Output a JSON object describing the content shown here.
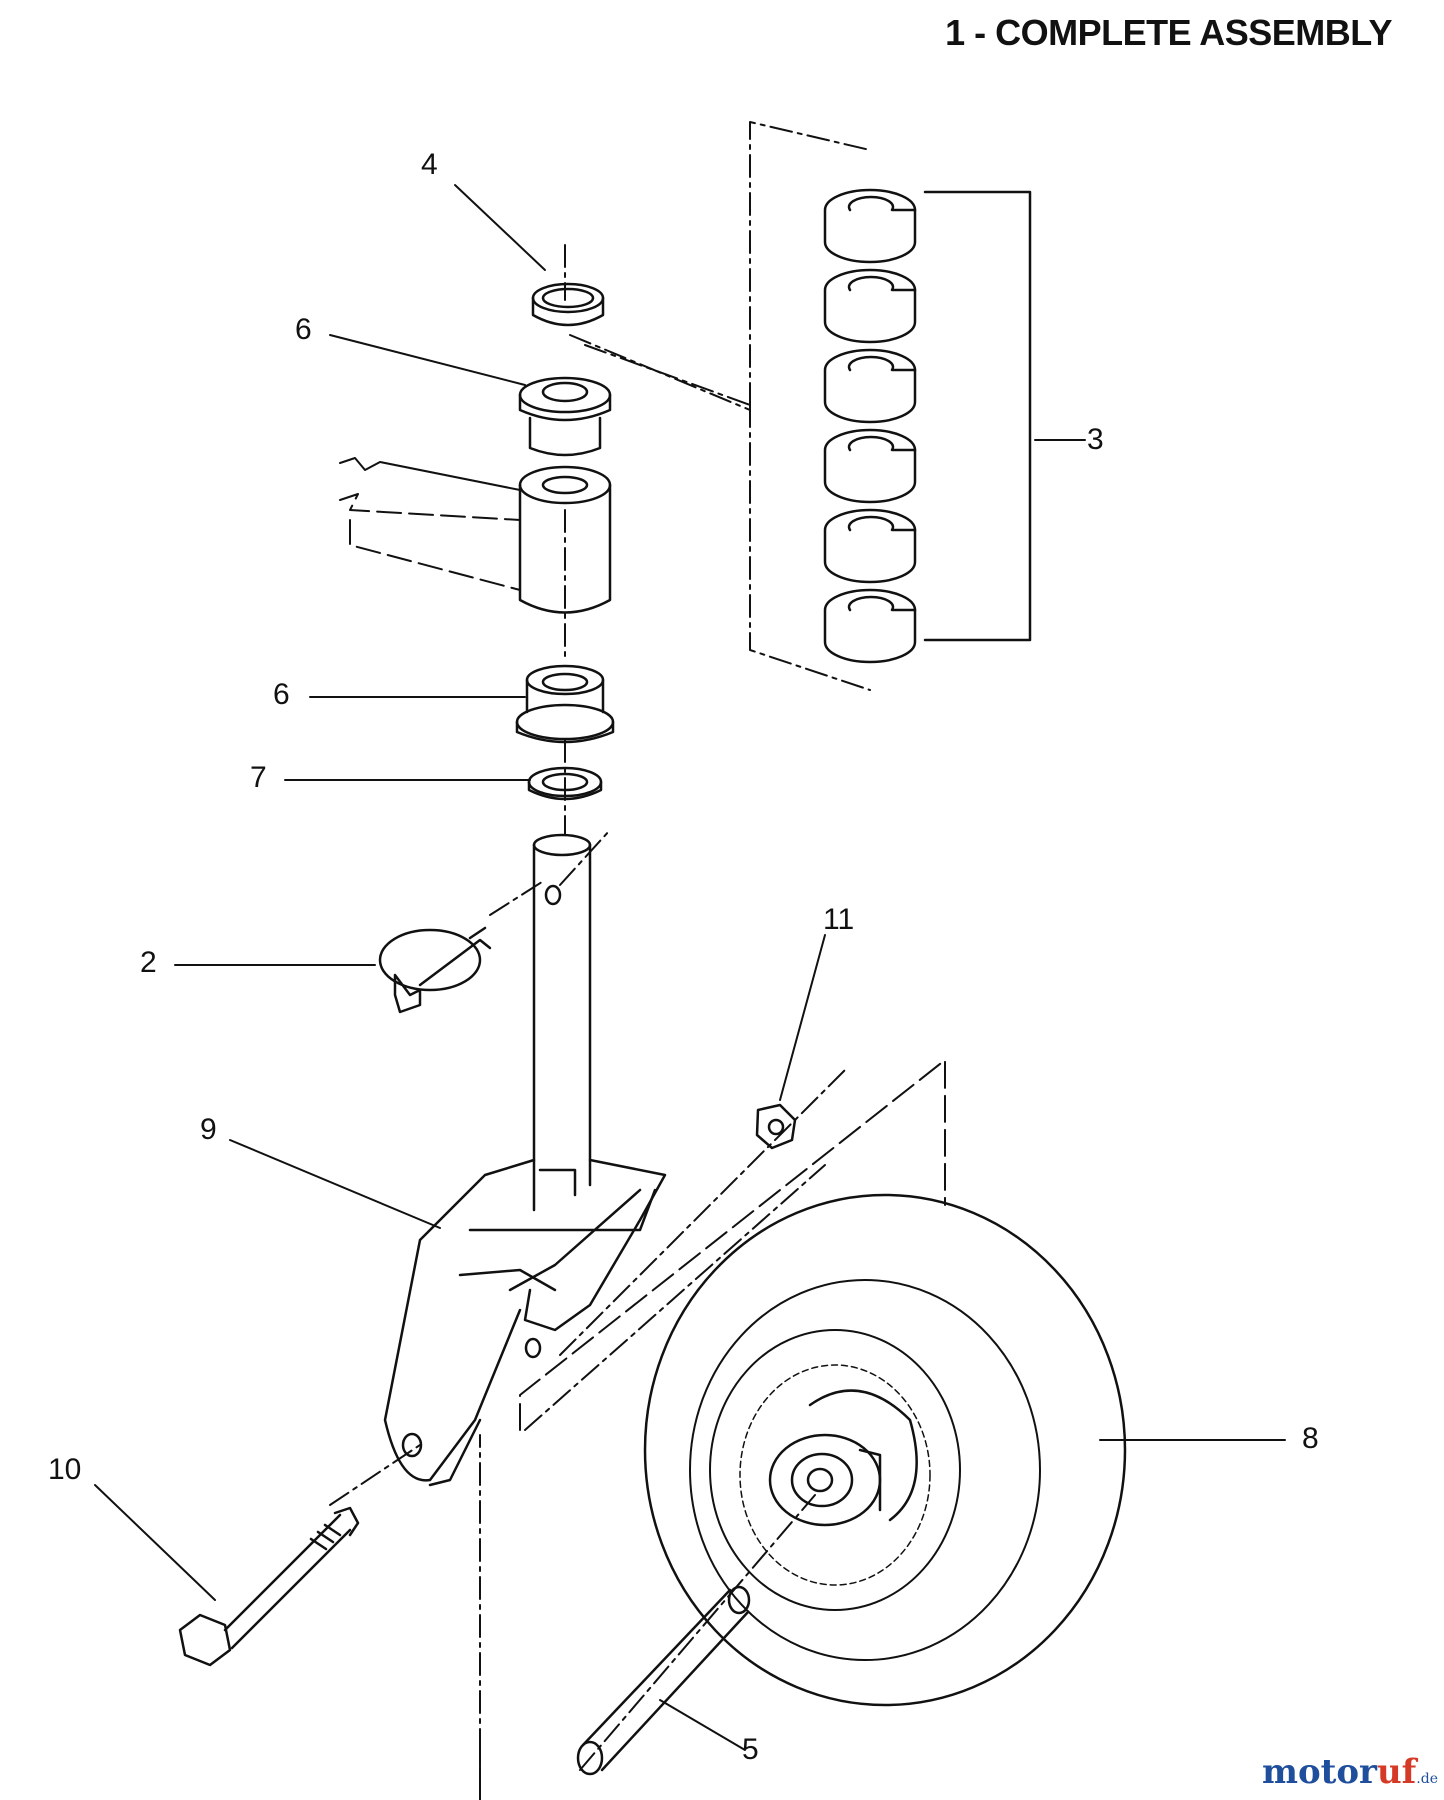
{
  "title": "1 - COMPLETE ASSEMBLY",
  "callouts": {
    "c1": "4",
    "c2": "6",
    "c3": "3",
    "c4": "6",
    "c5": "7",
    "c6": "2",
    "c7": "11",
    "c8": "9",
    "c9": "8",
    "c10": "10",
    "c11": "5"
  },
  "watermark": {
    "name_part1": "motor",
    "name_part2": "uf",
    "tld": ".de"
  },
  "colors": {
    "line": "#111111",
    "wm_blue": "#1f4e9c",
    "wm_red": "#d53a26"
  }
}
